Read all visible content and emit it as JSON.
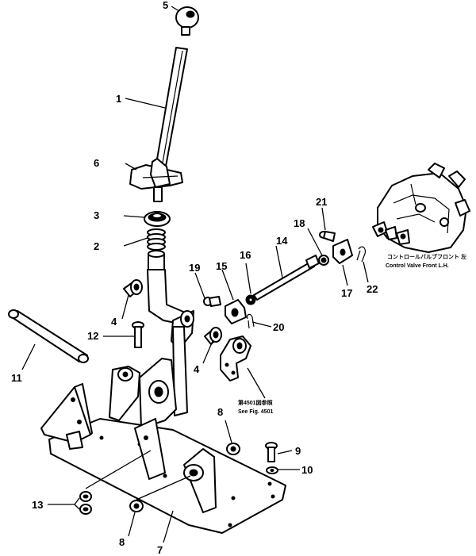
{
  "callouts": [
    "1",
    "2",
    "3",
    "4",
    "4",
    "5",
    "6",
    "7",
    "8",
    "8",
    "9",
    "10",
    "11",
    "12",
    "13",
    "14",
    "15",
    "16",
    "17",
    "18",
    "19",
    "20",
    "21",
    "22"
  ],
  "notes": {
    "valve_jp": "コントロールバルブフロント 左",
    "valve_en": "Control Valve Front L.H.",
    "fig_jp": "第4501図参照",
    "fig_en": "See Fig. 4501"
  }
}
